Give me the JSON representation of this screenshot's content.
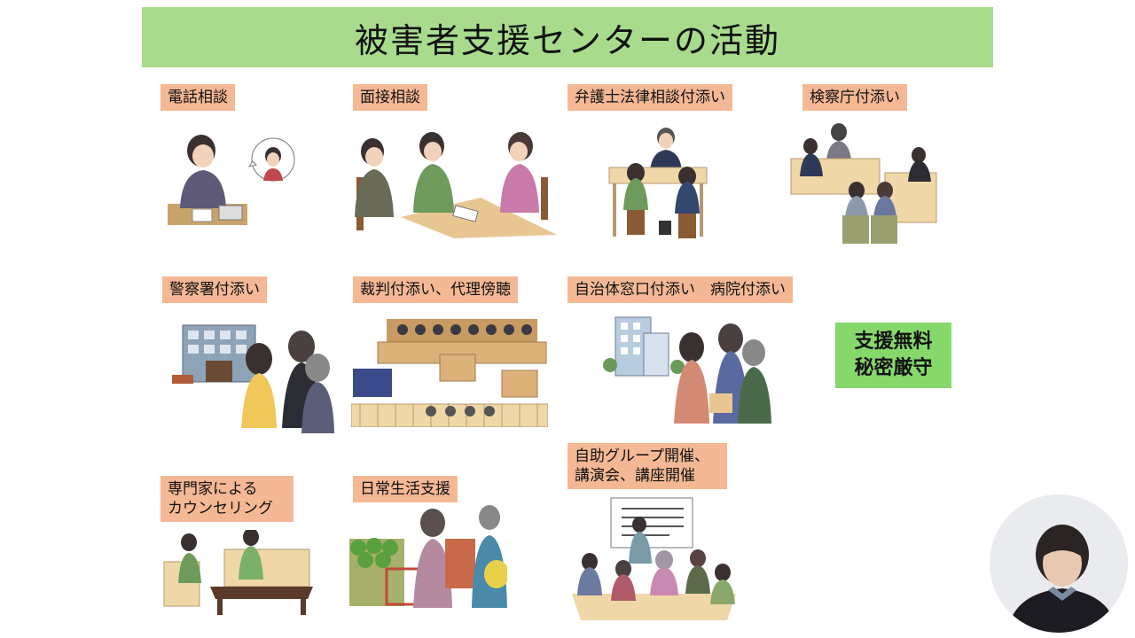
{
  "slide": {
    "title": "被害者支援センターの活動",
    "activities": [
      {
        "id": "phone",
        "label": "電話相談"
      },
      {
        "id": "interview",
        "label": "面接相談"
      },
      {
        "id": "lawyer",
        "label": "弁護士法律相談付添い"
      },
      {
        "id": "prosecutor",
        "label": "検察庁付添い"
      },
      {
        "id": "police",
        "label": "警察署付添い"
      },
      {
        "id": "court",
        "label": "裁判付添い、代理傍聴"
      },
      {
        "id": "municipal",
        "label": "自治体窓口付添い　病院付添い"
      },
      {
        "id": "counseling",
        "label_lines": [
          "専門家による",
          "カウンセリング"
        ]
      },
      {
        "id": "daily",
        "label": "日常生活支援"
      },
      {
        "id": "selfhelp",
        "label_lines": [
          "自助グループ開催、",
          "講演会、講座開催"
        ]
      }
    ],
    "badge_lines": [
      "支援無料",
      "秘密厳守"
    ],
    "colors": {
      "title_bg": "#a8dc8c",
      "label_bg": "#f4b894",
      "badge_bg": "#86d86a"
    }
  }
}
